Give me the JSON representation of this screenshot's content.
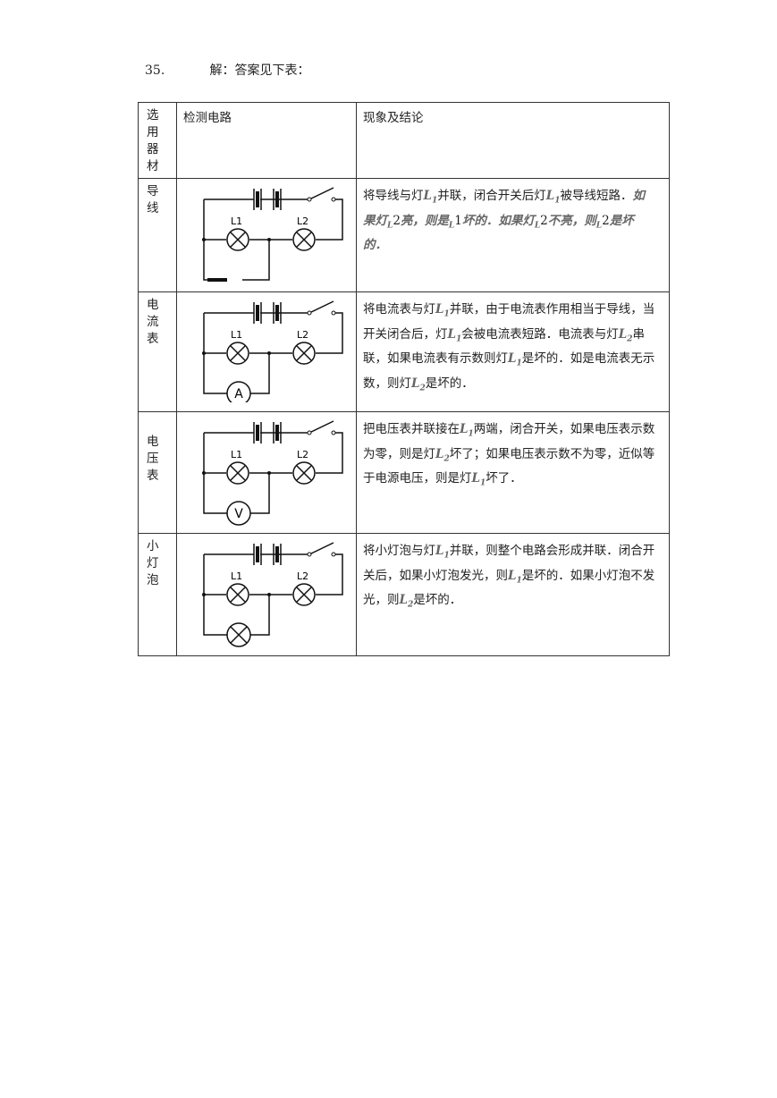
{
  "header": {
    "number": "35.",
    "text": "解：答案见下表："
  },
  "table": {
    "headers": {
      "material": "选用器材",
      "circuit": "检测电路",
      "result": "现象及结论"
    },
    "lamp_labels": {
      "l1": "L1",
      "l2": "L2"
    },
    "rows": [
      {
        "material": "导线",
        "meter": "",
        "parts": [
          "将导线与灯",
          "L",
          "1",
          "并联，闭合开关后灯",
          "L",
          "1",
          "被导线短路．",
          "如果灯",
          "L",
          "2",
          "亮，则是",
          "L",
          "1",
          "坏的．如果灯",
          "L",
          "2",
          "不亮，则",
          "L",
          "2",
          "是坏的．"
        ]
      },
      {
        "material": "电流表",
        "meter": "A",
        "parts": [
          "将电流表与灯",
          "L",
          "1",
          "并联，由于电流表作用相当于导线，当开关闭合后，灯",
          "L",
          "1",
          "会被电流表短路．电流表与灯",
          "L",
          "2",
          "串联，如果电流表有示数则灯",
          "L",
          "1",
          "是坏的．如是电流表无示数，则灯",
          "L",
          "2",
          "是坏的．"
        ]
      },
      {
        "material": "电压表",
        "meter": "V",
        "parts": [
          "把电压表并联接在",
          "L",
          "1",
          "两端，闭合开关，如果电压表示数为零，则是灯",
          "L",
          "2",
          "坏了；如果电压表示数不为零，近似等于电源电压，则是灯",
          "L",
          "1",
          "坏了．"
        ]
      },
      {
        "material": "小灯泡",
        "meter": "",
        "parts": [
          "将小灯泡与灯",
          "L",
          "1",
          "并联，则整个电路会形成并联．闭合开关后，如果小灯泡发光，则",
          "L",
          "1",
          "是坏的．如果小灯泡不发光，则",
          "L",
          "2",
          "是坏的．"
        ]
      }
    ]
  }
}
